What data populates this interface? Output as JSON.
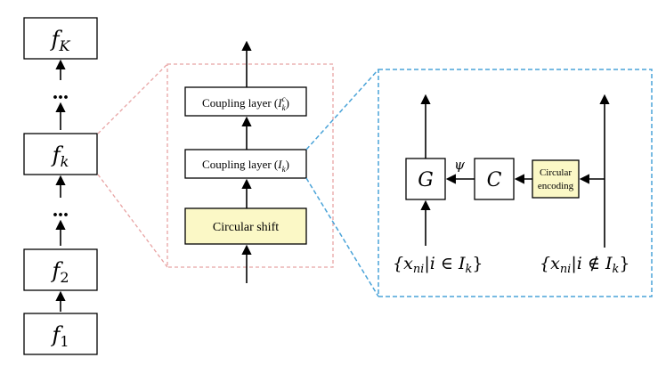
{
  "flow_stack": {
    "top": "f_K",
    "mid": "f_k",
    "low": "f_2",
    "bottom": "f_1",
    "ellipsis": "..."
  },
  "coupling_column": {
    "layer_complement": "Coupling layer (I_k^c)",
    "layer": "Coupling layer (I_k)",
    "shift": "Circular shift"
  },
  "coupling_detail": {
    "g_label": "G",
    "c_label": "C",
    "psi_label": "ψ",
    "encoding_line1": "Circular",
    "encoding_line2": "encoding",
    "input_in": "{x_ni | i ∈ I_k}",
    "input_out": "{x_ni | i ∉ I_k}"
  },
  "colors": {
    "highlight_fill": "#fbf8c6",
    "zoom_red": "#e8a3a3",
    "zoom_blue": "#4aa3d8"
  }
}
